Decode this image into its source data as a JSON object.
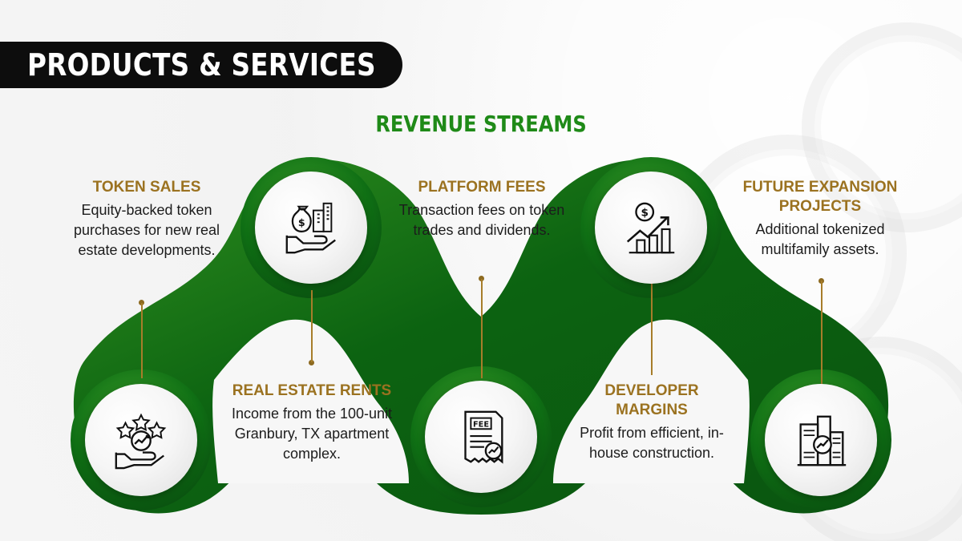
{
  "header": {
    "title": "PRODUCTS & SERVICES"
  },
  "diagram": {
    "title": "REVENUE STREAMS",
    "colors": {
      "accent_green": "#0f6e13",
      "title_green": "#1f8a18",
      "gold": "#9b7220",
      "dark": "#0d0d0d"
    },
    "streams": [
      {
        "title": "TOKEN SALES",
        "description": "Equity-backed token purchases for new real estate developments.",
        "icon": "hand-with-stars-and-growth-icon"
      },
      {
        "title": "REAL ESTATE RENTS",
        "description": "Income from the 100-unit Granbury, TX apartment complex.",
        "icon": "hand-with-money-bag-and-buildings-icon"
      },
      {
        "title": "PLATFORM FEES",
        "description": "Transaction fees on token trades and dividends.",
        "icon": "fee-receipt-icon"
      },
      {
        "title": "DEVELOPER MARGINS",
        "description": "Profit from efficient, in-house construction.",
        "icon": "money-growth-chart-icon"
      },
      {
        "title": "FUTURE EXPANSION PROJECTS",
        "description": "Additional tokenized multifamily assets.",
        "icon": "city-buildings-growth-icon"
      }
    ]
  }
}
